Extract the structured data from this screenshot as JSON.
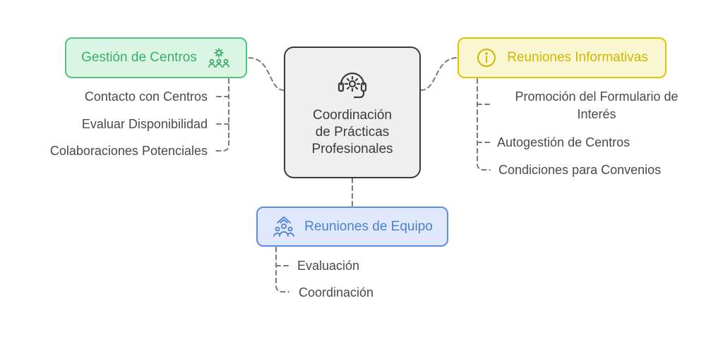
{
  "center": {
    "title_lines": [
      "Coordinación",
      "de Prácticas",
      "Profesionales"
    ],
    "icon": "headset-gear-icon"
  },
  "gestion": {
    "label": "Gestión de Centros",
    "icon": "people-gear-icon",
    "color": "#50c47f",
    "items": [
      "Contacto con Centros",
      "Evaluar Disponibilidad",
      "Colaboraciones Potenciales"
    ]
  },
  "reuniones_informativas": {
    "label": "Reuniones Informativas",
    "icon": "info-circle-icon",
    "color": "#ddc800",
    "items": [
      "Promoción del Formulario de",
      "Interés",
      "Autogestión de Centros",
      "Condiciones para Convenios"
    ]
  },
  "reuniones_equipo": {
    "label": "Reuniones de Equipo",
    "icon": "team-growth-icon",
    "color": "#5a8de6",
    "items": [
      "Evaluación",
      "Coordinación"
    ]
  }
}
